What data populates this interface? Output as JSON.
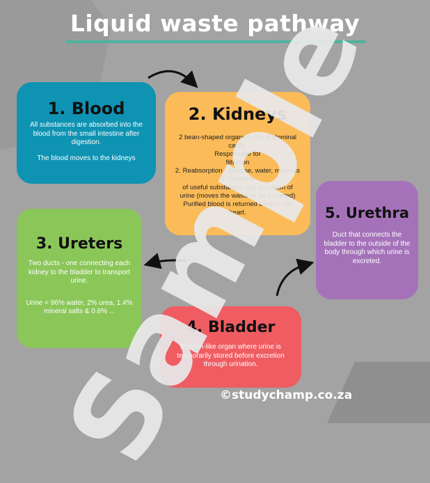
{
  "title": "Liquid waste pathway",
  "boxes": {
    "blood": {
      "heading": "1. Blood",
      "lines": [
        "All substances are absorbed into the",
        "blood from the small intestine after",
        "digestion."
      ],
      "line2": "The blood moves to the kidneys"
    },
    "kidneys": {
      "heading": "2. Kidneys",
      "lines": [
        "2 bean-shaped organs in the abdominal",
        "cavity.",
        "Responsible for",
        "filtration",
        "2. Reabsorption - glucose, water, minerals",
        "3. Diffusion",
        "of useful substances and excretion of",
        "urine (moves the waste to be excreted)",
        "Purified blood is returned back to the",
        "heart."
      ]
    },
    "ureters": {
      "heading": "3. Ureters",
      "lines": [
        "Two ducts - one connecting each",
        "kidney to the bladder to transport",
        "urine."
      ],
      "lines2": [
        "Urine = 96% water, 2% urea, 1.4%",
        "mineral salts & 0.6% ..."
      ]
    },
    "urethra": {
      "heading": "5. Urethra",
      "lines": [
        "Duct that connects the",
        "bladder to the outside of the",
        "body through which urine is",
        "excreted."
      ]
    },
    "bladder": {
      "heading": "4. Bladder",
      "lines": [
        "Balloon-like organ where urine is",
        "temporarily stored before excretion",
        "through urination."
      ]
    }
  },
  "watermark": "Sample",
  "credit": "©studychamp.co.za",
  "colors": {
    "background": "#a3a3a3",
    "blood": "#0f93b3",
    "kidneys": "#fbbb58",
    "ureters": "#8bc659",
    "urethra": "#a572ba",
    "bladder": "#ef5c61",
    "title_rule": "#4fb3a0"
  }
}
